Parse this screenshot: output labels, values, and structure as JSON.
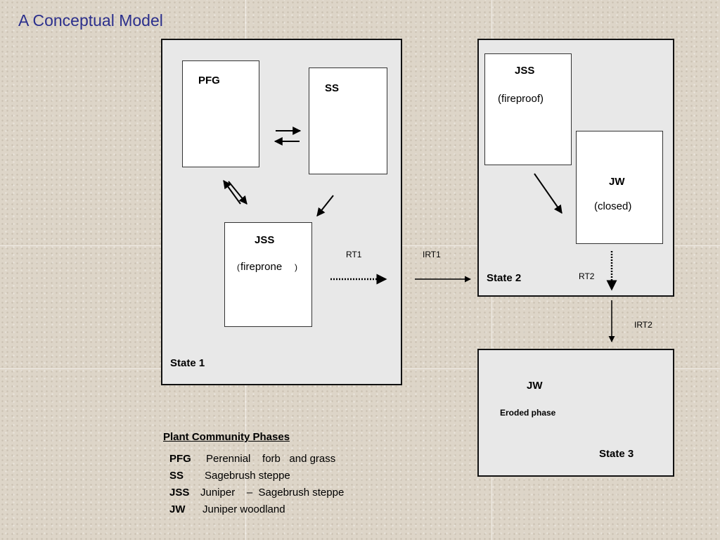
{
  "title": "A Conceptual Model",
  "states": {
    "state1": {
      "label": "State 1",
      "phases": {
        "pfg": {
          "code": "PFG"
        },
        "ss": {
          "code": "SS"
        },
        "jss": {
          "code": "JSS",
          "note_text": "fireprone",
          "note_open": "(",
          "note_close": ")"
        }
      },
      "transition_label": "RT1"
    },
    "state2": {
      "label": "State 2",
      "phases": {
        "jss": {
          "code": "JSS",
          "note": "(fireproof)"
        },
        "jw": {
          "code": "JW",
          "note": "(closed)"
        }
      },
      "transition_label": "RT2"
    },
    "state3": {
      "label": "State 3",
      "phase_code": "JW",
      "phase_note": "Eroded phase"
    }
  },
  "thresholds": {
    "irt1": "IRT1",
    "irt2": "IRT2"
  },
  "legend": {
    "title": "Plant Community Phases",
    "items": [
      {
        "code": "PFG",
        "desc": "Perennial    forb   and grass"
      },
      {
        "code": "SS",
        "desc": "Sagebrush steppe"
      },
      {
        "code": "JSS",
        "desc": "Juniper    –  Sagebrush steppe"
      },
      {
        "code": "JW",
        "desc": "Juniper woodland"
      }
    ]
  }
}
